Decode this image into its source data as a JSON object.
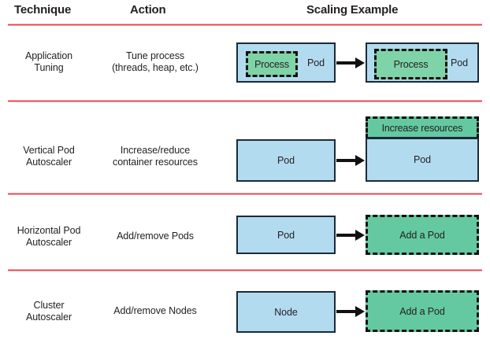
{
  "header": {
    "technique": "Technique",
    "action": "Action",
    "scaling_example": "Scaling Example"
  },
  "colors": {
    "rule_red": "#e8414a",
    "pod_blue": "#b3dbf0",
    "accent_green": "#64c9a0",
    "box_border": "#1b2a38",
    "dashed_border": "#111111",
    "text": "#231f20"
  },
  "rows": [
    {
      "technique": "Application\nTuning",
      "action": "Tune process\n(threads, heap, etc.)",
      "before": {
        "outer_label": "Pod",
        "inner_label": "Process"
      },
      "after": {
        "outer_label": "Pod",
        "inner_label": "Process"
      }
    },
    {
      "technique": "Vertical Pod\nAutoscaler",
      "action": "Increase/reduce\ncontainer resources",
      "before": {
        "outer_label": "Pod"
      },
      "after": {
        "outer_label": "Pod",
        "banner_label": "Increase resources"
      }
    },
    {
      "technique": "Horizontal Pod\nAutoscaler",
      "action": "Add/remove Pods",
      "before": {
        "outer_label": "Pod"
      },
      "after": {
        "outer_label": "Add a Pod"
      }
    },
    {
      "technique": "Cluster\nAutoscaler",
      "action": "Add/remove Nodes",
      "before": {
        "outer_label": "Node"
      },
      "after": {
        "outer_label": "Add a Pod"
      }
    }
  ]
}
